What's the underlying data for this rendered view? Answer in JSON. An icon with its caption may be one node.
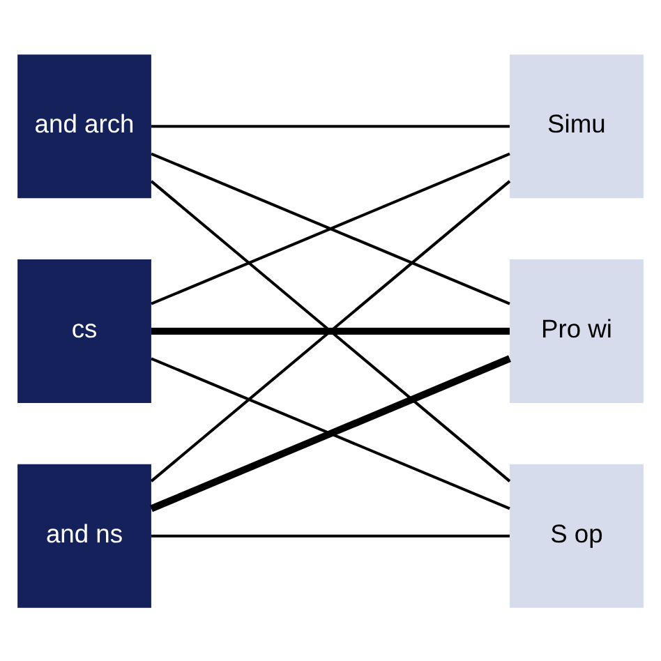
{
  "diagram": {
    "nodes": [
      {
        "text": [
          "and arch"
        ]
      },
      {
        "text": [
          "cs"
        ]
      },
      {
        "text": [
          "and ns"
        ]
      },
      {
        "text": [
          "Simu"
        ]
      },
      {
        "text": [
          "Pro wi"
        ]
      },
      {
        "text": [
          "S op"
        ]
      }
    ],
    "edges": [
      {
        "from": 0,
        "to": 3,
        "arrow": "none"
      },
      {
        "from": 0,
        "to": 4,
        "arrow": "none"
      },
      {
        "from": 0,
        "to": 5,
        "arrow": "none"
      },
      {
        "from": 1,
        "to": 3,
        "arrow": "none"
      },
      {
        "from": 1,
        "to": 4,
        "arrow": "none",
        "style": "thick"
      },
      {
        "from": 1,
        "to": 5,
        "arrow": "none"
      },
      {
        "from": 2,
        "to": 3,
        "arrow": "none"
      },
      {
        "from": 2,
        "to": 4,
        "arrow": "none",
        "style": "thick"
      },
      {
        "from": 2,
        "to": 5,
        "arrow": "none"
      }
    ]
  }
}
